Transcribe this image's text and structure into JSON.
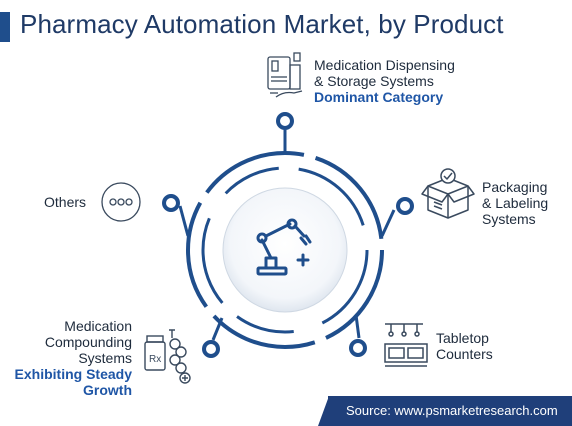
{
  "title": "Pharmacy Automation Market, by Product",
  "items": {
    "dispensing": {
      "line1": "Medication Dispensing",
      "line2": "& Storage Systems",
      "tag": "Dominant Category",
      "icon": "dispensing-machine-icon"
    },
    "packaging": {
      "line1": "Packaging",
      "line2": "& Labeling",
      "line3": "Systems",
      "icon": "package-box-icon"
    },
    "tabletop": {
      "line1": "Tabletop",
      "line2": "Counters",
      "icon": "tabletop-counter-icon"
    },
    "compounding": {
      "line1": "Medication",
      "line2": "Compounding",
      "line3": "Systems",
      "tag1": "Exhibiting Steady",
      "tag2": "Growth",
      "icon": "compounding-bottles-icon"
    },
    "others": {
      "label": "Others",
      "icon": "more-dots-icon"
    }
  },
  "center_icon": "robotic-arm-icon",
  "source": "Source: www.psmarketresearch.com",
  "colors": {
    "primary": "#1f4e8c",
    "accent": "#1f56a6",
    "dark": "#1e2b3c"
  }
}
